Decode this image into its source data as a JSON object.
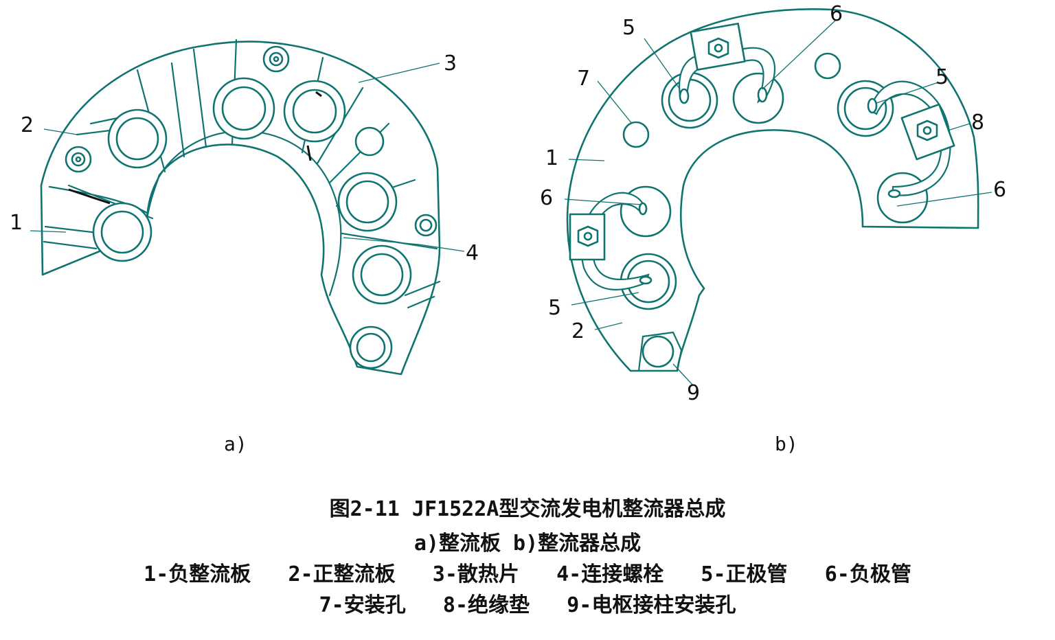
{
  "figure": {
    "panel_a": {
      "sub_label": "a)",
      "callouts": [
        "1",
        "2",
        "3",
        "4"
      ]
    },
    "panel_b": {
      "sub_label": "b)",
      "callouts": [
        "5",
        "6",
        "7",
        "5",
        "8",
        "1",
        "6",
        "6",
        "5",
        "2",
        "9"
      ]
    }
  },
  "caption": {
    "title": "图2-11 JF1522A型交流发电机整流器总成",
    "subtitle": "a)整流板 b)整流器总成",
    "legend_line_1": "1-负整流板   2-正整流板   3-散热片   4-连接螺栓   5-正极管   6-负极管",
    "legend_line_2": "7-安装孔   8-绝缘垫   9-电枢接柱安装孔"
  },
  "colors": {
    "line": "#0f7370",
    "text": "#111111",
    "background": "#ffffff"
  }
}
